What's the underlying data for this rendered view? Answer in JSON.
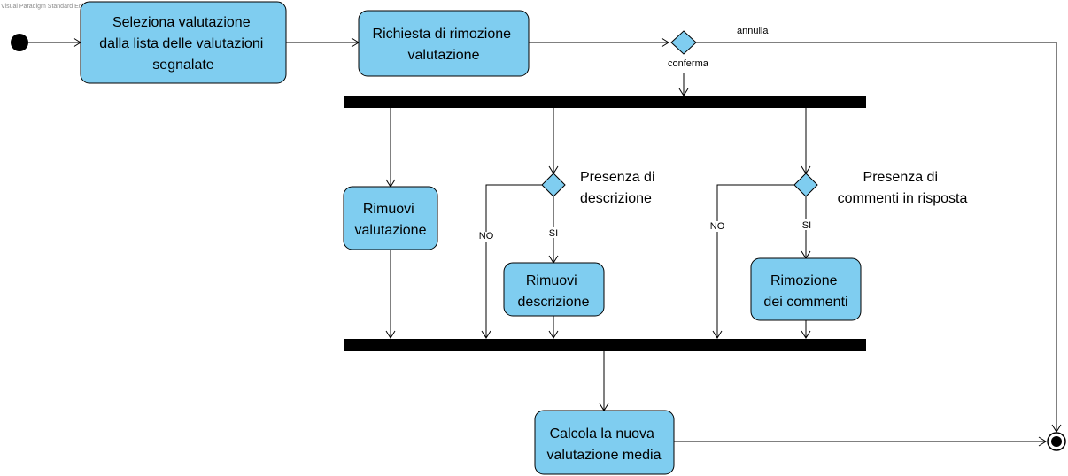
{
  "watermark": "Visual Paradigm Standard Edition(Sapienza University of Rome)",
  "actions": {
    "select": [
      "Seleziona valutazione",
      "dalla lista delle valutazioni",
      "segnalate"
    ],
    "request": [
      "Richiesta di rimozione",
      "valutazione"
    ],
    "remove_rating": [
      "Rimuovi",
      "valutazione"
    ],
    "remove_description": [
      "Rimuovi",
      "descrizione"
    ],
    "remove_comments": [
      "Rimozione",
      "dei commenti"
    ],
    "compute_average": [
      "Calcola la nuova",
      "valutazione media"
    ]
  },
  "decisions": {
    "confirm": {
      "cancel_guard": "annulla",
      "confirm_guard": "conferma"
    },
    "description": {
      "label": [
        "Presenza di",
        "descrizione"
      ],
      "no_guard": "NO",
      "yes_guard": "SI"
    },
    "comments": {
      "label": [
        "Presenza di",
        "commenti in risposta"
      ],
      "no_guard": "NO",
      "yes_guard": "SI"
    }
  },
  "colors": {
    "action_fill": "#7fcdf0",
    "line": "#000000"
  }
}
